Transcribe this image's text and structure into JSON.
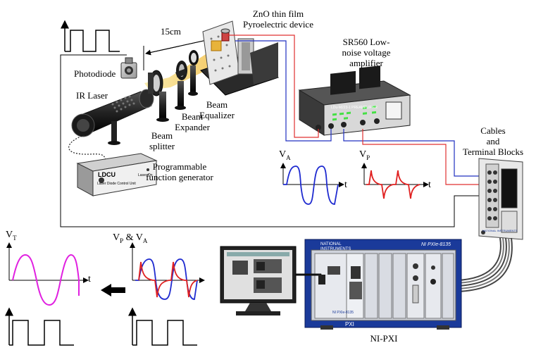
{
  "labels": {
    "zno": "ZnO thin film",
    "pyro": "Pyroelectric device",
    "distance": "15cm",
    "sr560_l1": "SR560 Low-",
    "sr560_l2": "noise voltage",
    "sr560_l3": "amplifier",
    "photodiode": "Photodiode",
    "ir_laser": "IR Laser",
    "beam_splitter_l1": "Beam",
    "beam_splitter_l2": "splitter",
    "beam_expander_l1": "Beam",
    "beam_expander_l2": "Expander",
    "beam_equalizer_l1": "Beam",
    "beam_equalizer_l2": "Equalizer",
    "pfg_l1": "Programmable",
    "pfg_l2": "function generator",
    "cables_l1": "Cables",
    "cables_l2": "and",
    "cables_l3": "Terminal Blocks",
    "nipxi": "NI-PXI"
  },
  "signals": {
    "va_main": "V",
    "va_sub": "A",
    "vp_main": "V",
    "vp_sub": "P",
    "vt_main": "V",
    "vt_sub": "T",
    "vpva_p_main": "V",
    "vpva_p_sub": "P",
    "vpva_amp": " & V",
    "vpva_a_sub": "A",
    "t": "t"
  },
  "device_text": {
    "ldcu": "LDCU",
    "ldcu_sub": "Laser Diode Control Unit",
    "ldcu_on": "Laser On",
    "preamp": "LDu-M223-1  PREAMPLIFIER",
    "pxi_brand_l1": "NATIONAL",
    "pxi_brand_l2": "INSTRUMENTS",
    "pxi_model": "NI PXIe-8135",
    "pxi_chassis": "PXI",
    "tb_brand": "NATIONAL INSTRUMENTS"
  },
  "colors": {
    "va_wave": "#1f2bd0",
    "vp_wave": "#e02020",
    "vt_wave": "#e020e0",
    "wire_red": "#e03030",
    "wire_blue": "#2030c0",
    "pxi_blue": "#1a3a9a"
  }
}
